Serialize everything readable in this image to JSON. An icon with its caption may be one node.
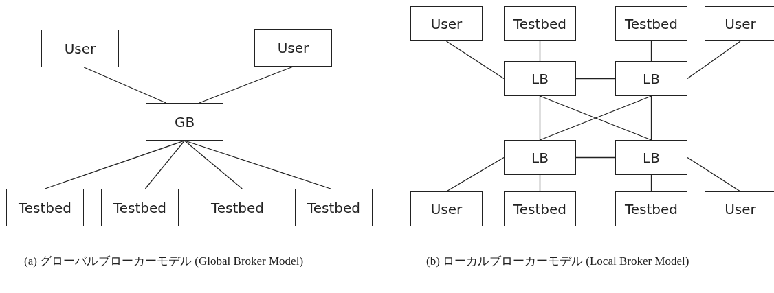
{
  "diagram": {
    "nodes": [
      {
        "text": [
          "User"
        ]
      },
      {
        "text": [
          "User"
        ]
      },
      {
        "text": [
          "GB"
        ]
      },
      {
        "text": [
          "Testbed"
        ]
      },
      {
        "text": [
          "Testbed"
        ]
      },
      {
        "text": [
          "Testbed"
        ]
      },
      {
        "text": [
          "Testbed"
        ]
      },
      {
        "text": [
          "User"
        ]
      },
      {
        "text": [
          "Testbed"
        ]
      },
      {
        "text": [
          "Testbed"
        ]
      },
      {
        "text": [
          "User"
        ]
      },
      {
        "text": [
          "LB"
        ]
      },
      {
        "text": [
          "LB"
        ]
      },
      {
        "text": [
          "LB"
        ]
      },
      {
        "text": [
          "LB"
        ]
      },
      {
        "text": [
          "User"
        ]
      },
      {
        "text": [
          "Testbed"
        ]
      },
      {
        "text": [
          "Testbed"
        ]
      },
      {
        "text": [
          "User"
        ]
      }
    ],
    "edges": [
      {
        "from": 0,
        "to": 2,
        "arrow": "none"
      },
      {
        "from": 1,
        "to": 2,
        "arrow": "none"
      },
      {
        "from": 2,
        "to": 3,
        "arrow": "none"
      },
      {
        "from": 2,
        "to": 4,
        "arrow": "none"
      },
      {
        "from": 2,
        "to": 5,
        "arrow": "none"
      },
      {
        "from": 2,
        "to": 6,
        "arrow": "none"
      },
      {
        "from": 7,
        "to": 11,
        "arrow": "none"
      },
      {
        "from": 8,
        "to": 11,
        "arrow": "none"
      },
      {
        "from": 9,
        "to": 12,
        "arrow": "none"
      },
      {
        "from": 10,
        "to": 12,
        "arrow": "none"
      },
      {
        "from": 11,
        "to": 12,
        "arrow": "none"
      },
      {
        "from": 11,
        "to": 13,
        "arrow": "none"
      },
      {
        "from": 11,
        "to": 14,
        "arrow": "none"
      },
      {
        "from": 12,
        "to": 13,
        "arrow": "none"
      },
      {
        "from": 12,
        "to": 14,
        "arrow": "none"
      },
      {
        "from": 13,
        "to": 14,
        "arrow": "none"
      },
      {
        "from": 13,
        "to": 15,
        "arrow": "none"
      },
      {
        "from": 13,
        "to": 16,
        "arrow": "none"
      },
      {
        "from": 14,
        "to": 17,
        "arrow": "none"
      },
      {
        "from": 14,
        "to": 18,
        "arrow": "none"
      }
    ],
    "labels": [
      "(a) グローバルブローカーモデル (Global Broker Model)",
      "(b) ローカルブローカーモデル (Local Broker Model)"
    ]
  }
}
